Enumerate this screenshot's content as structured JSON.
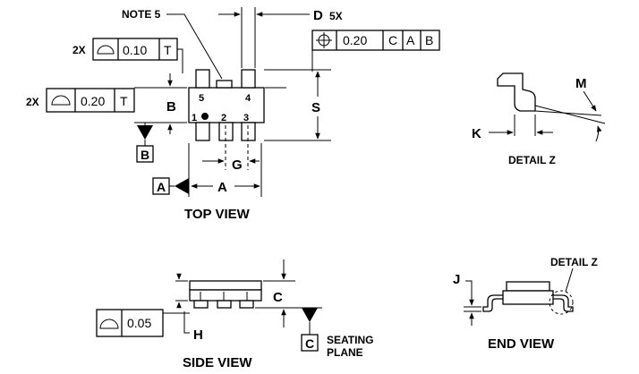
{
  "views": {
    "top": "TOP VIEW",
    "side": "SIDE VIEW",
    "end": "END VIEW",
    "detail_z": "DETAIL Z",
    "detail_z_ref": "DETAIL Z"
  },
  "note": "NOTE 5",
  "dimensions": {
    "D": "D",
    "D_count": "5X",
    "A": "A",
    "B": "B",
    "G": "G",
    "S": "S",
    "C": "C",
    "H": "H",
    "J": "J",
    "K": "K",
    "M": "M"
  },
  "pins": [
    "1",
    "2",
    "3",
    "4",
    "5"
  ],
  "feature_controls": {
    "position": {
      "value": "0.20",
      "refs": [
        "C",
        "A",
        "B"
      ]
    },
    "profile_top": {
      "count": "2X",
      "value": "0.10",
      "ref": "T"
    },
    "profile_left": {
      "count": "2X",
      "value": "0.20",
      "ref": "T"
    },
    "flatness": {
      "value": "0.05"
    }
  },
  "datums": {
    "A": "A",
    "B": "B",
    "C": "C"
  },
  "seating_plane": [
    "SEATING",
    "PLANE"
  ]
}
